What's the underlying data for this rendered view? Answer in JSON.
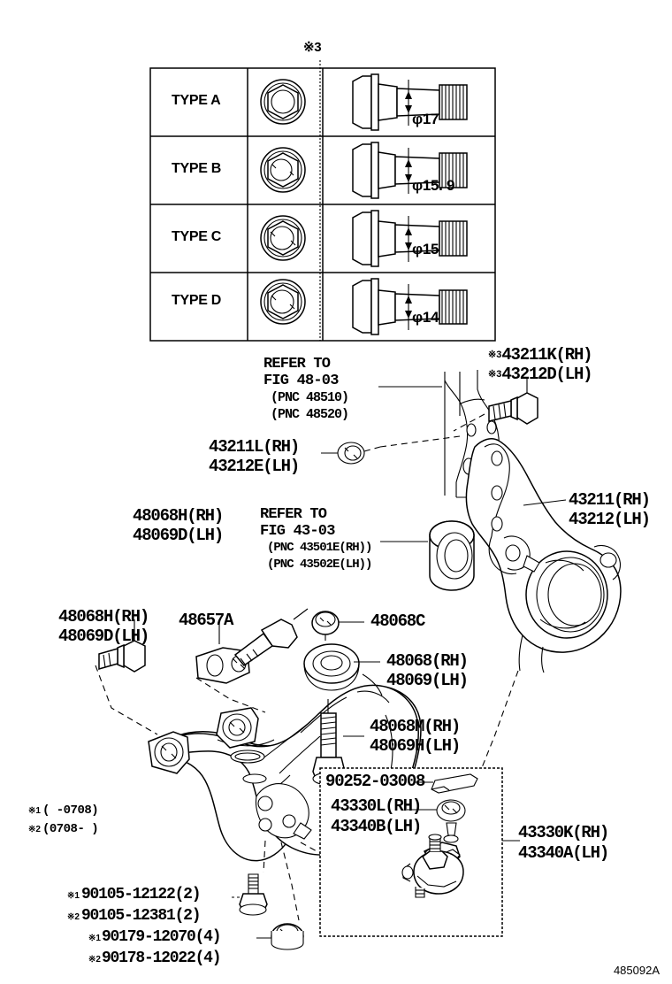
{
  "diagram": {
    "code": "485092A",
    "top_marker": "※3",
    "table": {
      "rows": [
        {
          "type": "TYPE A",
          "dim": "φ17"
        },
        {
          "type": "TYPE B",
          "dim": "φ15. 9"
        },
        {
          "type": "TYPE C",
          "dim": "φ15"
        },
        {
          "type": "TYPE D",
          "dim": "φ14"
        }
      ]
    },
    "refs": [
      {
        "id": "ref-fig-48-03",
        "line1": "REFER TO",
        "line2": "FIG 48-03",
        "line3": "(PNC 48510)",
        "line4": "(PNC 48520)"
      },
      {
        "id": "ref-fig-43-03",
        "line1": "REFER TO",
        "line2": "FIG 43-03",
        "line3": "(PNC 43501E(RH))",
        "line4": "(PNC 43502E(LH))"
      }
    ],
    "labels": {
      "knuckle_bolt_rh": "43211K(RH)",
      "knuckle_bolt_lh": "43212D(LH)",
      "knuckle_bolt_mark_rh": "※3",
      "knuckle_bolt_mark_lh": "※3",
      "knuckle_nut_rh": "43211L(RH)",
      "knuckle_nut_lh": "43212E(LH)",
      "knuckle_rh": "43211(RH)",
      "knuckle_lh": "43212(LH)",
      "bush_upper_rh": "48068H(RH)",
      "bush_upper_lh": "48069D(LH)",
      "bush_left_rh": "48068H(RH)",
      "bush_left_lh": "48069D(LH)",
      "bracket": "48657A",
      "arm_nut": "48068C",
      "arm_rh": "48068(RH)",
      "arm_lh": "48069(LH)",
      "arm_bolt_rh": "48068M(RH)",
      "arm_bolt_lh": "48069H(LH)",
      "clip": "90252-03008",
      "balljoint_kit_rh": "43330L(RH)",
      "balljoint_kit_lh": "43340B(LH)",
      "balljoint_rh": "43330K(RH)",
      "balljoint_lh": "43340A(LH)"
    },
    "notes": [
      {
        "mark": "※1",
        "text": "(    -0708)"
      },
      {
        "mark": "※2",
        "text": "(0708-    )"
      }
    ],
    "fasteners": [
      {
        "mark": "※1",
        "pn": "90105-12122(2)"
      },
      {
        "mark": "※2",
        "pn": "90105-12381(2)"
      },
      {
        "mark": "※1",
        "pn": "90179-12070(4)"
      },
      {
        "mark": "※2",
        "pn": "90178-12022(4)"
      }
    ]
  }
}
